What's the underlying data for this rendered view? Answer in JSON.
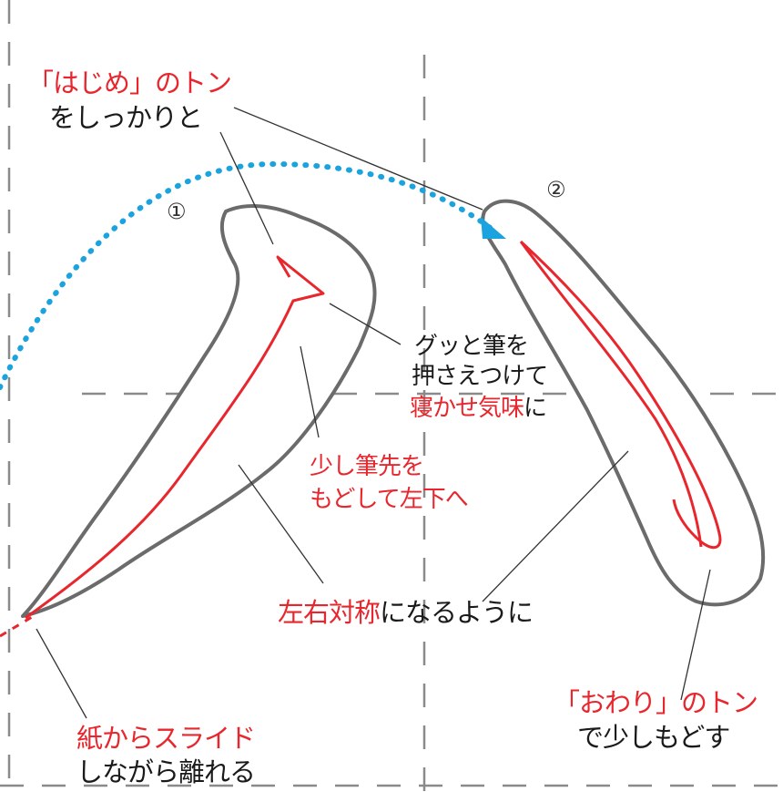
{
  "strokes": {
    "first_number": "①",
    "second_number": "②"
  },
  "annotations": {
    "start_tone_red": "「はじめ」のトン",
    "start_tone_black": "をしっかりと",
    "press_line1": "グッと筆を",
    "press_line2": "押さえつけて",
    "press_line3_red": "寝かせ気味",
    "press_line3_black": "に",
    "tip_back_line1": "少し筆先を",
    "tip_back_line2": "もどして左下へ",
    "symmetry_red": "左右対称",
    "symmetry_black": "になるように",
    "end_tone_red": "「おわり」のトン",
    "end_tone_black": "で少しもどす",
    "slide_red": "紙からスライド",
    "slide_black": "しながら離れる"
  },
  "colors": {
    "accent_red": "#e8262d",
    "path_blue": "#1aa3df",
    "guide_gray": "#8a8a8a",
    "outline_gray": "#6b6b6b"
  }
}
